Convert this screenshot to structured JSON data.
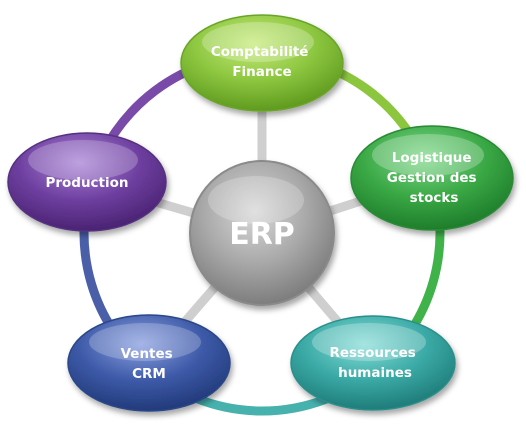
{
  "center": {
    "label": "ERP",
    "color": "#a8a8a8"
  },
  "modules": [
    {
      "id": "finance",
      "lines": [
        "Comptabilité",
        "Finance"
      ],
      "color": "#8cc63f"
    },
    {
      "id": "logistics",
      "lines": [
        "Logistique",
        "Gestion des",
        "stocks"
      ],
      "color": "#3aa845"
    },
    {
      "id": "hr",
      "lines": [
        "Ressources",
        "humaines"
      ],
      "color": "#3aa9a5"
    },
    {
      "id": "sales",
      "lines": [
        "Ventes",
        "CRM"
      ],
      "color": "#3d5aa8"
    },
    {
      "id": "production",
      "lines": [
        "Production"
      ],
      "color": "#6e3fa0"
    }
  ],
  "ring_segments": [
    {
      "from": "finance",
      "to": "logistics",
      "color": "#8cc63f"
    },
    {
      "from": "logistics",
      "to": "hr",
      "color": "#3fb24a"
    },
    {
      "from": "hr",
      "to": "sales",
      "color": "#46b1ad"
    },
    {
      "from": "sales",
      "to": "production",
      "color": "#4a5fa8"
    },
    {
      "from": "production",
      "to": "finance",
      "color": "#7a4aa8"
    }
  ]
}
